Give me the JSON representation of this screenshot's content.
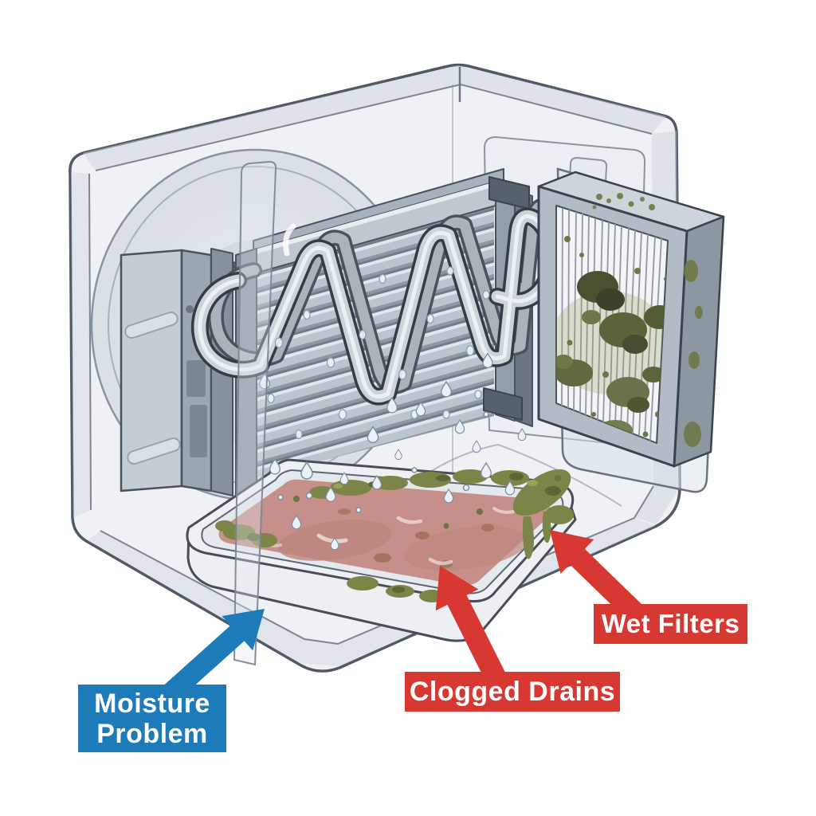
{
  "callouts": {
    "moisture_problem": {
      "line1": "Moisture",
      "line2": "Problem",
      "bg_color": "#1e7bba",
      "text_color": "#ffffff"
    },
    "clogged_drains": {
      "label": "Clogged Drains",
      "bg_color": "#d73832",
      "text_color": "#ffffff"
    },
    "wet_filters": {
      "label": "Wet Filters",
      "bg_color": "#d73832",
      "text_color": "#ffffff"
    }
  },
  "palette": {
    "background": "#ffffff",
    "callout_blue": "#1e7bba",
    "callout_red": "#d73832",
    "housing_outline": "#4f5a66",
    "housing_glass": "#e4eaef",
    "metal_gray": "#b7c0c8",
    "tube_silver": "#ccd3d9",
    "mold_green": "#5f6a3f",
    "algae_green": "#7b8547",
    "dirty_water_pink": "#c68f89",
    "water_drop": "#eaf2f7"
  },
  "parts": [
    "cabinet-housing",
    "fan-opening",
    "blower-motor",
    "evaporator-coil",
    "refrigerant-tubes",
    "condensate-drops",
    "drain-pan",
    "dirty-water",
    "algae-buildup",
    "moldy-air-filter"
  ]
}
